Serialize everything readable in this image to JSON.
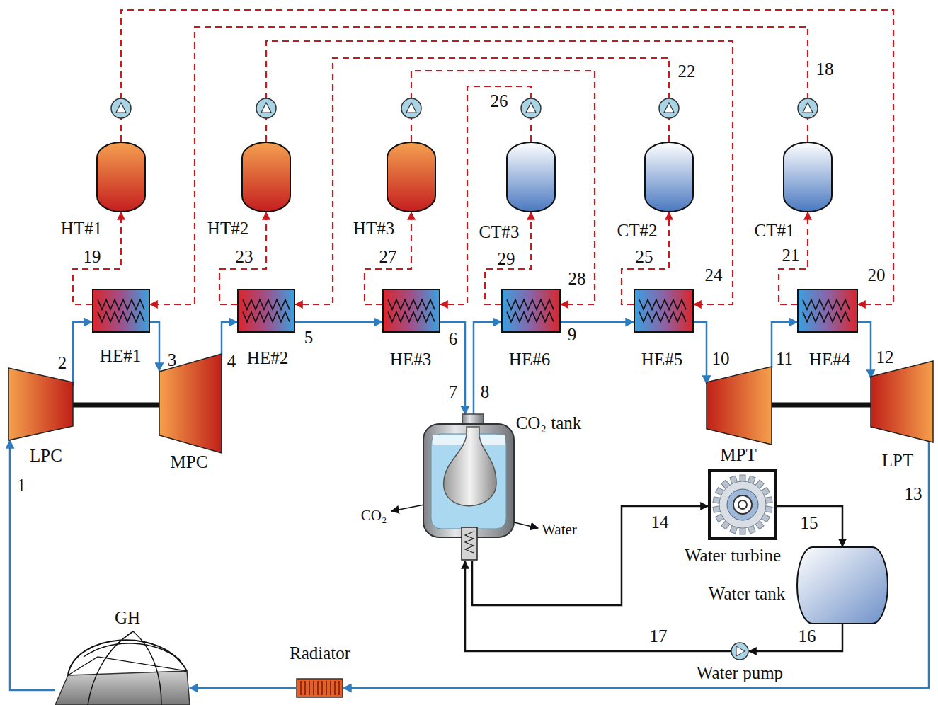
{
  "diagram": {
    "nodes": [
      {
        "text": [
          "HT#1"
        ]
      },
      {
        "text": [
          "HT#2"
        ]
      },
      {
        "text": [
          "HT#3"
        ]
      },
      {
        "text": [
          "CT#3"
        ]
      },
      {
        "text": [
          "CT#2"
        ]
      },
      {
        "text": [
          "CT#1"
        ]
      },
      {
        "text": [
          "HE#1"
        ]
      },
      {
        "text": [
          "HE#2"
        ]
      },
      {
        "text": [
          "HE#3"
        ]
      },
      {
        "text": [
          "HE#6"
        ]
      },
      {
        "text": [
          "HE#5"
        ]
      },
      {
        "text": [
          "HE#4"
        ]
      },
      {
        "text": [
          "LPC"
        ]
      },
      {
        "text": [
          "MPC"
        ]
      },
      {
        "text": [
          "CO₂ tank"
        ]
      },
      {
        "text": [
          "MPT"
        ]
      },
      {
        "text": [
          "LPT"
        ]
      },
      {
        "text": [
          "Water turbine"
        ]
      },
      {
        "text": [
          "Water tank"
        ]
      },
      {
        "text": [
          "GH"
        ]
      },
      {
        "text": [
          "Radiator"
        ]
      },
      {
        "text": [
          "Water pump"
        ]
      }
    ],
    "edges": [
      {
        "from": 19,
        "to": 12,
        "arrow": "to"
      },
      {
        "from": 12,
        "to": 6,
        "arrow": "to"
      },
      {
        "from": 6,
        "to": 13,
        "arrow": "to"
      },
      {
        "from": 13,
        "to": 7,
        "arrow": "to"
      },
      {
        "from": 7,
        "to": 8,
        "arrow": "to"
      },
      {
        "from": 8,
        "to": 14,
        "arrow": "to"
      },
      {
        "from": 14,
        "to": 9,
        "arrow": "to"
      },
      {
        "from": 9,
        "to": 10,
        "arrow": "to"
      },
      {
        "from": 10,
        "to": 15,
        "arrow": "to"
      },
      {
        "from": 15,
        "to": 11,
        "arrow": "to"
      },
      {
        "from": 11,
        "to": 16,
        "arrow": "to"
      },
      {
        "from": 16,
        "to": 20,
        "arrow": "to"
      },
      {
        "from": 20,
        "to": 19,
        "arrow": "to"
      },
      {
        "from": 14,
        "to": 17,
        "arrow": "to"
      },
      {
        "from": 17,
        "to": 18,
        "arrow": "to"
      },
      {
        "from": 18,
        "to": 21,
        "arrow": "to"
      },
      {
        "from": 21,
        "to": 14,
        "arrow": "to"
      },
      {
        "from": 6,
        "to": 0,
        "arrow": "to"
      },
      {
        "from": 0,
        "to": 11,
        "arrow": "to"
      },
      {
        "from": 11,
        "to": 5,
        "arrow": "to"
      },
      {
        "from": 5,
        "to": 6,
        "arrow": "to"
      },
      {
        "from": 7,
        "to": 1,
        "arrow": "to"
      },
      {
        "from": 1,
        "to": 10,
        "arrow": "to"
      },
      {
        "from": 10,
        "to": 4,
        "arrow": "to"
      },
      {
        "from": 4,
        "to": 7,
        "arrow": "to"
      },
      {
        "from": 8,
        "to": 2,
        "arrow": "to"
      },
      {
        "from": 2,
        "to": 9,
        "arrow": "to"
      },
      {
        "from": 9,
        "to": 3,
        "arrow": "to"
      },
      {
        "from": 3,
        "to": 8,
        "arrow": "to"
      }
    ],
    "labels": [
      "1",
      "2",
      "3",
      "4",
      "5",
      "6",
      "7",
      "8",
      "9",
      "10",
      "11",
      "12",
      "13",
      "14",
      "15",
      "16",
      "17",
      "18",
      "19",
      "20",
      "21",
      "22",
      "23",
      "24",
      "25",
      "26",
      "27",
      "28",
      "29",
      "CO₂",
      "Water"
    ]
  }
}
